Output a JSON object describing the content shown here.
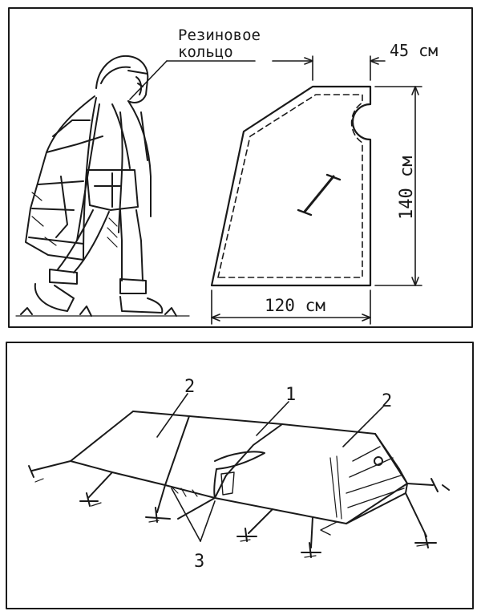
{
  "top_panel": {
    "rubber_ring_label_line1": "Резиновое",
    "rubber_ring_label_line2": "кольцо",
    "dim_top": "45 см",
    "dim_side": "140 см",
    "dim_bottom": "120 см"
  },
  "bottom_panel": {
    "label_1": "1",
    "label_2_left": "2",
    "label_2_right": "2",
    "label_3": "3"
  },
  "colors": {
    "ink": "#1a1a1a",
    "paper": "#ffffff"
  }
}
